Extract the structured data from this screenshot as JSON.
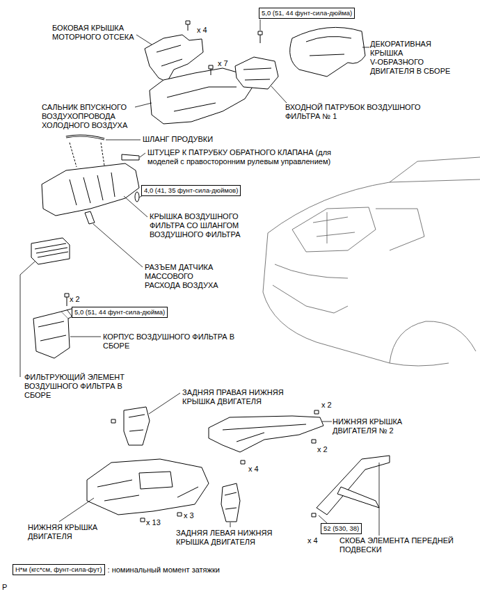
{
  "diagram": {
    "nodes": [
      {
        "text": [
          "5,0 (51, 44 фунт-сила-дюйма)"
        ]
      },
      {
        "text": [
          "4,0 (41, 35 фунт-сила-дюймов)"
        ]
      },
      {
        "text": [
          "5,0 (51, 44 фунт-сила-дюйма)"
        ]
      },
      {
        "text": [
          "52 (530, 38)"
        ]
      },
      {
        "text": [
          "Н*м (кгс*см, фунт-сила-фут)"
        ]
      }
    ],
    "labels": [
      "x 4",
      "БОКОВАЯ КРЫШКА МОТОРНОГО ОТСЕКА",
      "ДЕКОРАТИВНАЯ КРЫШКА V-ОБРАЗНОГО ДВИГАТЕЛЯ В СБОРЕ",
      "x 7",
      "САЛЬНИК ВПУСКНОГО ВОЗДУХОПРОВОДА ХОЛОДНОГО ВОЗДУХА",
      "ВХОДНОЙ ПАТРУБОК ВОЗДУШНОГО ФИЛЬТРА № 1",
      "ШЛАНГ ПРОДУВКИ",
      "ШТУЦЕР К ПАТРУБКУ ОБРАТНОГО КЛАПАНА (для моделей с правосторонним рулевым управлением)",
      "КРЫШКА ВОЗДУШНОГО ФИЛЬТРА СО ШЛАНГОМ ВОЗДУШНОГО ФИЛЬТРА",
      "РАЗЪЕМ ДАТЧИКА МАССОВОГО РАСХОДА ВОЗДУХА",
      "x 2",
      "КОРПУС ВОЗДУШНОГО ФИЛЬТРА В СБОРЕ",
      "ФИЛЬТРУЮЩИЙ ЭЛЕМЕНТ ВОЗДУШНОГО ФИЛЬТРА В СБОРЕ",
      "ЗАДНЯЯ ПРАВАЯ НИЖНЯЯ КРЫШКА ДВИГАТЕЛЯ",
      "x 2",
      "НИЖНЯЯ КРЫШКА ДВИГАТЕЛЯ № 2",
      "x 2",
      "x 4",
      "НИЖНЯЯ КРЫШКА ДВИГАТЕЛЯ",
      "x 13",
      "x 3",
      "ЗАДНЯЯ ЛЕВАЯ НИЖНЯЯ КРЫШКА ДВИГАТЕЛЯ",
      "x 4",
      "СКОБА ЭЛЕМЕНТА ПЕРЕДНЕЙ ПОДВЕСКИ",
      ": номинальный момент затяжки",
      "P"
    ]
  }
}
